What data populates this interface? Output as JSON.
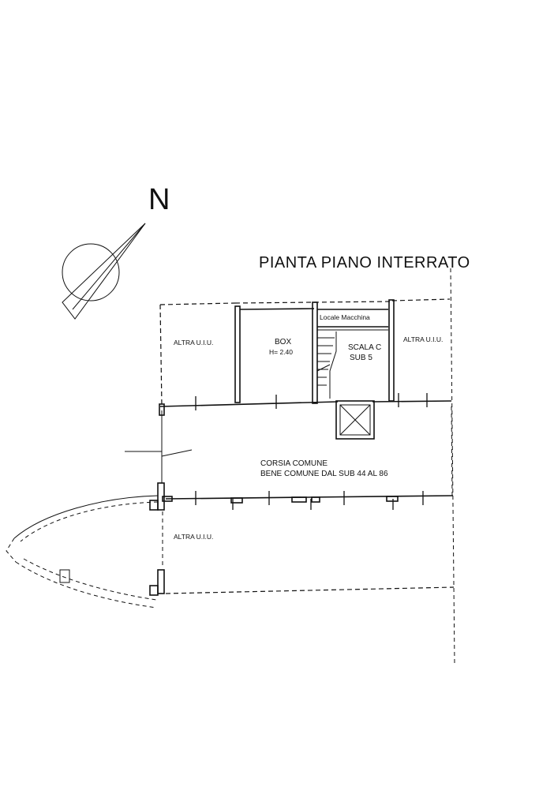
{
  "title": "PIANTA PIANO INTERRATO",
  "north_label": "N",
  "rooms": {
    "altra_uiu_left": "ALTRA U.I.U.",
    "box_name": "BOX",
    "box_height": "H= 2.40",
    "locale_macchina": "Locale Macchina",
    "scala_name": "SCALA C",
    "scala_sub": "SUB 5",
    "altra_uiu_right": "ALTRA U.I.U.",
    "corsia_title": "CORSIA COMUNE",
    "corsia_desc": "BENE COMUNE DAL SUB 44 AL 86",
    "altra_uiu_bottom": "ALTRA U.I.U."
  }
}
